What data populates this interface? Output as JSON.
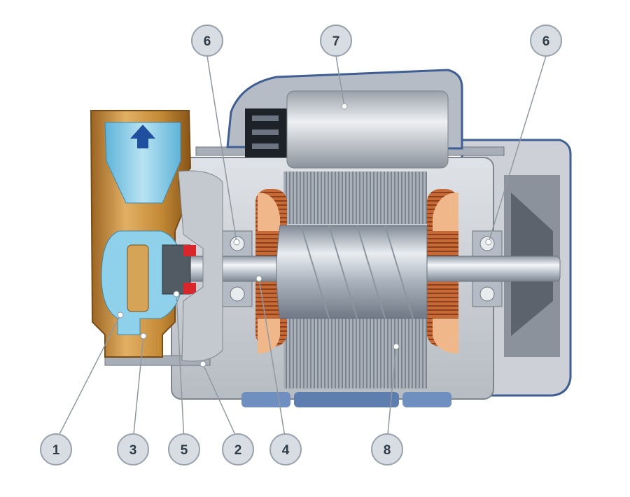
{
  "diagram": {
    "callouts": [
      {
        "id": "c1",
        "label": "1"
      },
      {
        "id": "c3",
        "label": "3"
      },
      {
        "id": "c5",
        "label": "5"
      },
      {
        "id": "c2",
        "label": "2"
      },
      {
        "id": "c4",
        "label": "4"
      },
      {
        "id": "c8",
        "label": "8"
      },
      {
        "id": "c6a",
        "label": "6"
      },
      {
        "id": "c7",
        "label": "7"
      },
      {
        "id": "c6b",
        "label": "6"
      }
    ]
  },
  "colors": {
    "bronze": "#c8903e",
    "bronze_dark": "#8a5a1c",
    "water": "#7ec8e6",
    "housing": "#c9cdd3",
    "housing_dark": "#8d939b",
    "copper": "#b4572c",
    "winding_pad": "#f0b88a",
    "rotor": "#b9c2cc",
    "stator_lam": "#9ea5ae",
    "cover_blue": "#3f5f94",
    "callout_fill": "#d8dde3",
    "callout_stroke": "#9aa3ad",
    "arrow": "#1f4f9e",
    "seal_red": "#d8262b"
  }
}
